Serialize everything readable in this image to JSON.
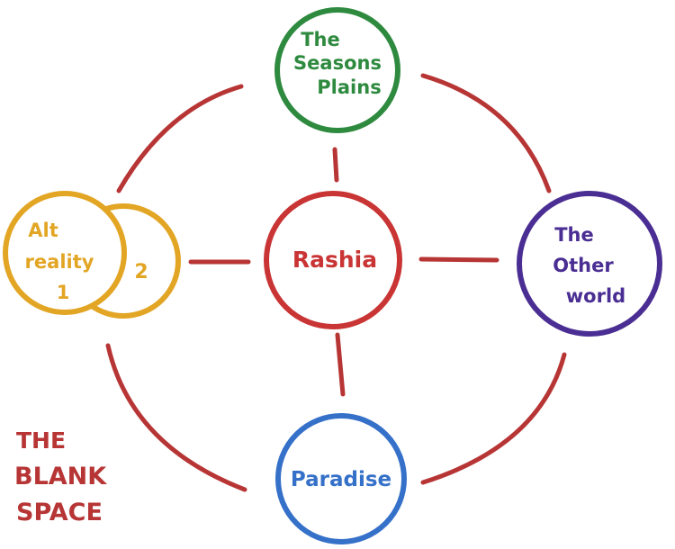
{
  "colors": {
    "link": "#b73535",
    "center": "#c93434",
    "seasons": "#2e8a3f",
    "other_world": "#4a2e93",
    "paradise": "#3570c9",
    "alt_reality": "#e2a524",
    "blank_space": "#b73535"
  },
  "nodes": {
    "center": {
      "label": "Rashia"
    },
    "seasons": {
      "line1": "The",
      "line2": "Seasons",
      "line3": "Plains"
    },
    "other_world": {
      "line1": "The",
      "line2": "Other",
      "line3": "world"
    },
    "paradise": {
      "label": "Paradise"
    },
    "alt_reality": {
      "line1": "Alt",
      "line2": "reality",
      "line3": "1",
      "second_label": "2"
    }
  },
  "blank_space": {
    "line1": "THE",
    "line2": "BLANK",
    "line3": "SPACE"
  }
}
